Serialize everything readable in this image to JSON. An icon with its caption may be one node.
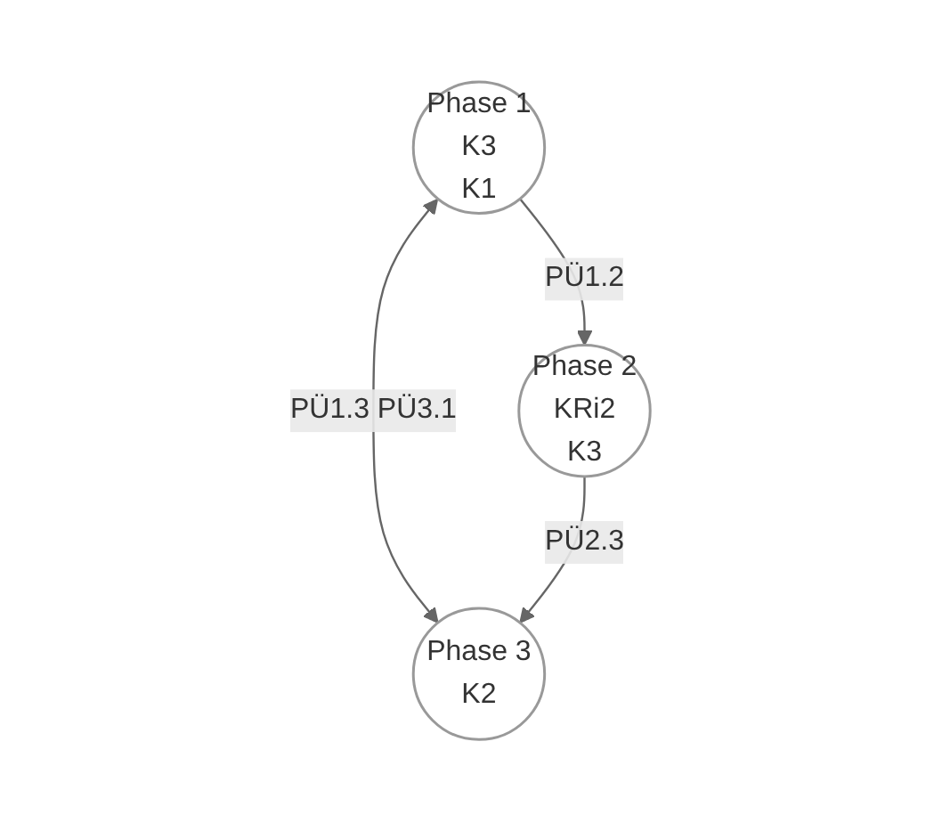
{
  "diagram": {
    "nodes": [
      {
        "text": [
          "Phase 1",
          "K3",
          "K1"
        ]
      },
      {
        "text": [
          "Phase 2",
          "KRi2",
          "K3"
        ]
      },
      {
        "text": [
          "Phase 3",
          "K2"
        ]
      }
    ],
    "edges": [
      {
        "from": 0,
        "to": 2,
        "arrow": "both",
        "label": "PÜ1.3 PÜ3.1"
      },
      {
        "from": 0,
        "to": 1,
        "arrow": "to",
        "label": "PÜ1.2"
      },
      {
        "from": 1,
        "to": 2,
        "arrow": "to",
        "label": "PÜ2.3"
      }
    ]
  }
}
